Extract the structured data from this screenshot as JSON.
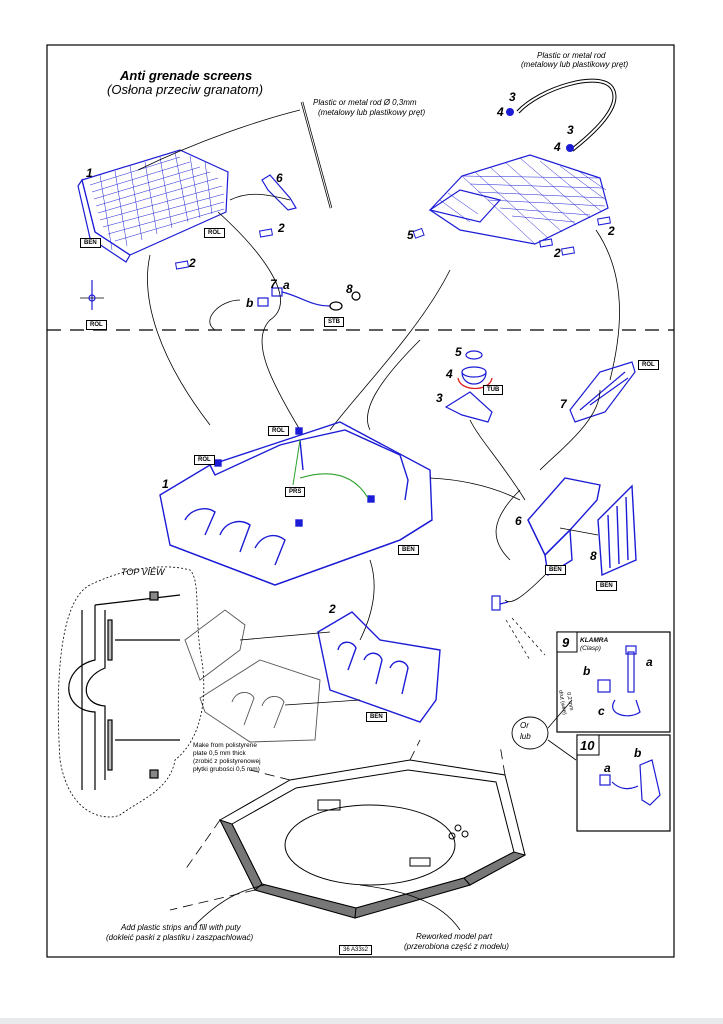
{
  "title": "Anti grenade screens",
  "subtitle": "(Osłona przeciw granatom)",
  "annotations": {
    "rod_top_right_en": "Plastic or metal rod",
    "rod_top_right_pl": "(metalowy lub plastikowy pręt)",
    "rod_mid_en": "Plastic or metal rod Ø 0,3mm",
    "rod_mid_pl": "(metalowy lub plastikowy pręt)",
    "top_view": "TOP VIEW",
    "make_from_1": "Make from polistyrene",
    "make_from_2": "plate 0,5 mm thick",
    "make_from_3": "(zrobić z polistyrenowej",
    "make_from_4": "płytki grubości 0,5 mm)",
    "add_strips_en": "Add plastic strips and fill with puty",
    "add_strips_pl": "(dokleić paski z plastiku i zaszpachlować)",
    "reworked_en": "Reworked model part",
    "reworked_pl": "(przerobiona część z modelu)",
    "or": "Or",
    "lub": "lub",
    "klamra": "KLAMRA",
    "clasp": "(Clasp)",
    "wire": "drut (wire)",
    "wire_dim": "0,2 mm",
    "sheet_code": "36 A33s2"
  },
  "tags": {
    "ben": "BEN",
    "rol": "ROL",
    "stb": "STB",
    "tub": "TUB",
    "prs": "PRS"
  },
  "part_numbers": {
    "p1": "1",
    "p2": "2",
    "p3": "3",
    "p4": "4",
    "p5": "5",
    "p6": "6",
    "p7": "7",
    "p8": "8",
    "p9": "9",
    "p10": "10",
    "a": "a",
    "b": "b",
    "c": "c"
  },
  "colors": {
    "etch": "#1c1cd6",
    "line": "#000000",
    "guide": "#2ca02c",
    "arrow": "#e02020"
  }
}
